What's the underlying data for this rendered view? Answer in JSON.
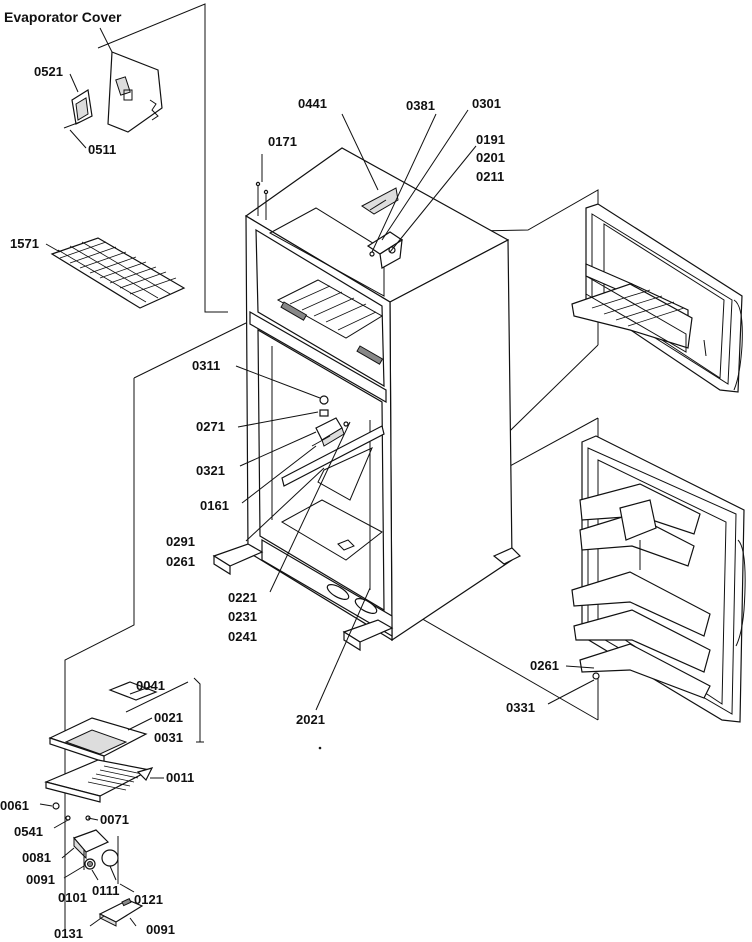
{
  "title": "Evaporator Cover",
  "callouts": [
    {
      "id": "c0521",
      "text": "0521"
    },
    {
      "id": "c0511",
      "text": "0511"
    },
    {
      "id": "c1571",
      "text": "1571"
    },
    {
      "id": "c0441",
      "text": "0441"
    },
    {
      "id": "c0381",
      "text": "0381"
    },
    {
      "id": "c0301",
      "text": "0301"
    },
    {
      "id": "c0171",
      "text": "0171"
    },
    {
      "id": "c0191",
      "text": "0191"
    },
    {
      "id": "c0201",
      "text": "0201"
    },
    {
      "id": "c0211",
      "text": "0211"
    },
    {
      "id": "c0311",
      "text": "0311"
    },
    {
      "id": "c0271",
      "text": "0271"
    },
    {
      "id": "c0321",
      "text": "0321"
    },
    {
      "id": "c0161",
      "text": "0161"
    },
    {
      "id": "c0291",
      "text": "0291"
    },
    {
      "id": "c0261a",
      "text": "0261"
    },
    {
      "id": "c0221",
      "text": "0221"
    },
    {
      "id": "c0231",
      "text": "0231"
    },
    {
      "id": "c0241",
      "text": "0241"
    },
    {
      "id": "c2021",
      "text": "2021"
    },
    {
      "id": "c0261b",
      "text": "0261"
    },
    {
      "id": "c0331",
      "text": "0331"
    },
    {
      "id": "c0041",
      "text": "0041"
    },
    {
      "id": "c0021",
      "text": "0021"
    },
    {
      "id": "c0031",
      "text": "0031"
    },
    {
      "id": "c0011",
      "text": "0011"
    },
    {
      "id": "c0061",
      "text": "0061"
    },
    {
      "id": "c0541",
      "text": "0541"
    },
    {
      "id": "c0071",
      "text": "0071"
    },
    {
      "id": "c0081",
      "text": "0081"
    },
    {
      "id": "c0091a",
      "text": "0091"
    },
    {
      "id": "c0101",
      "text": "0101"
    },
    {
      "id": "c0111",
      "text": "0111"
    },
    {
      "id": "c0121",
      "text": "0121"
    },
    {
      "id": "c0131",
      "text": "0131"
    },
    {
      "id": "c0091b",
      "text": "0091"
    }
  ]
}
